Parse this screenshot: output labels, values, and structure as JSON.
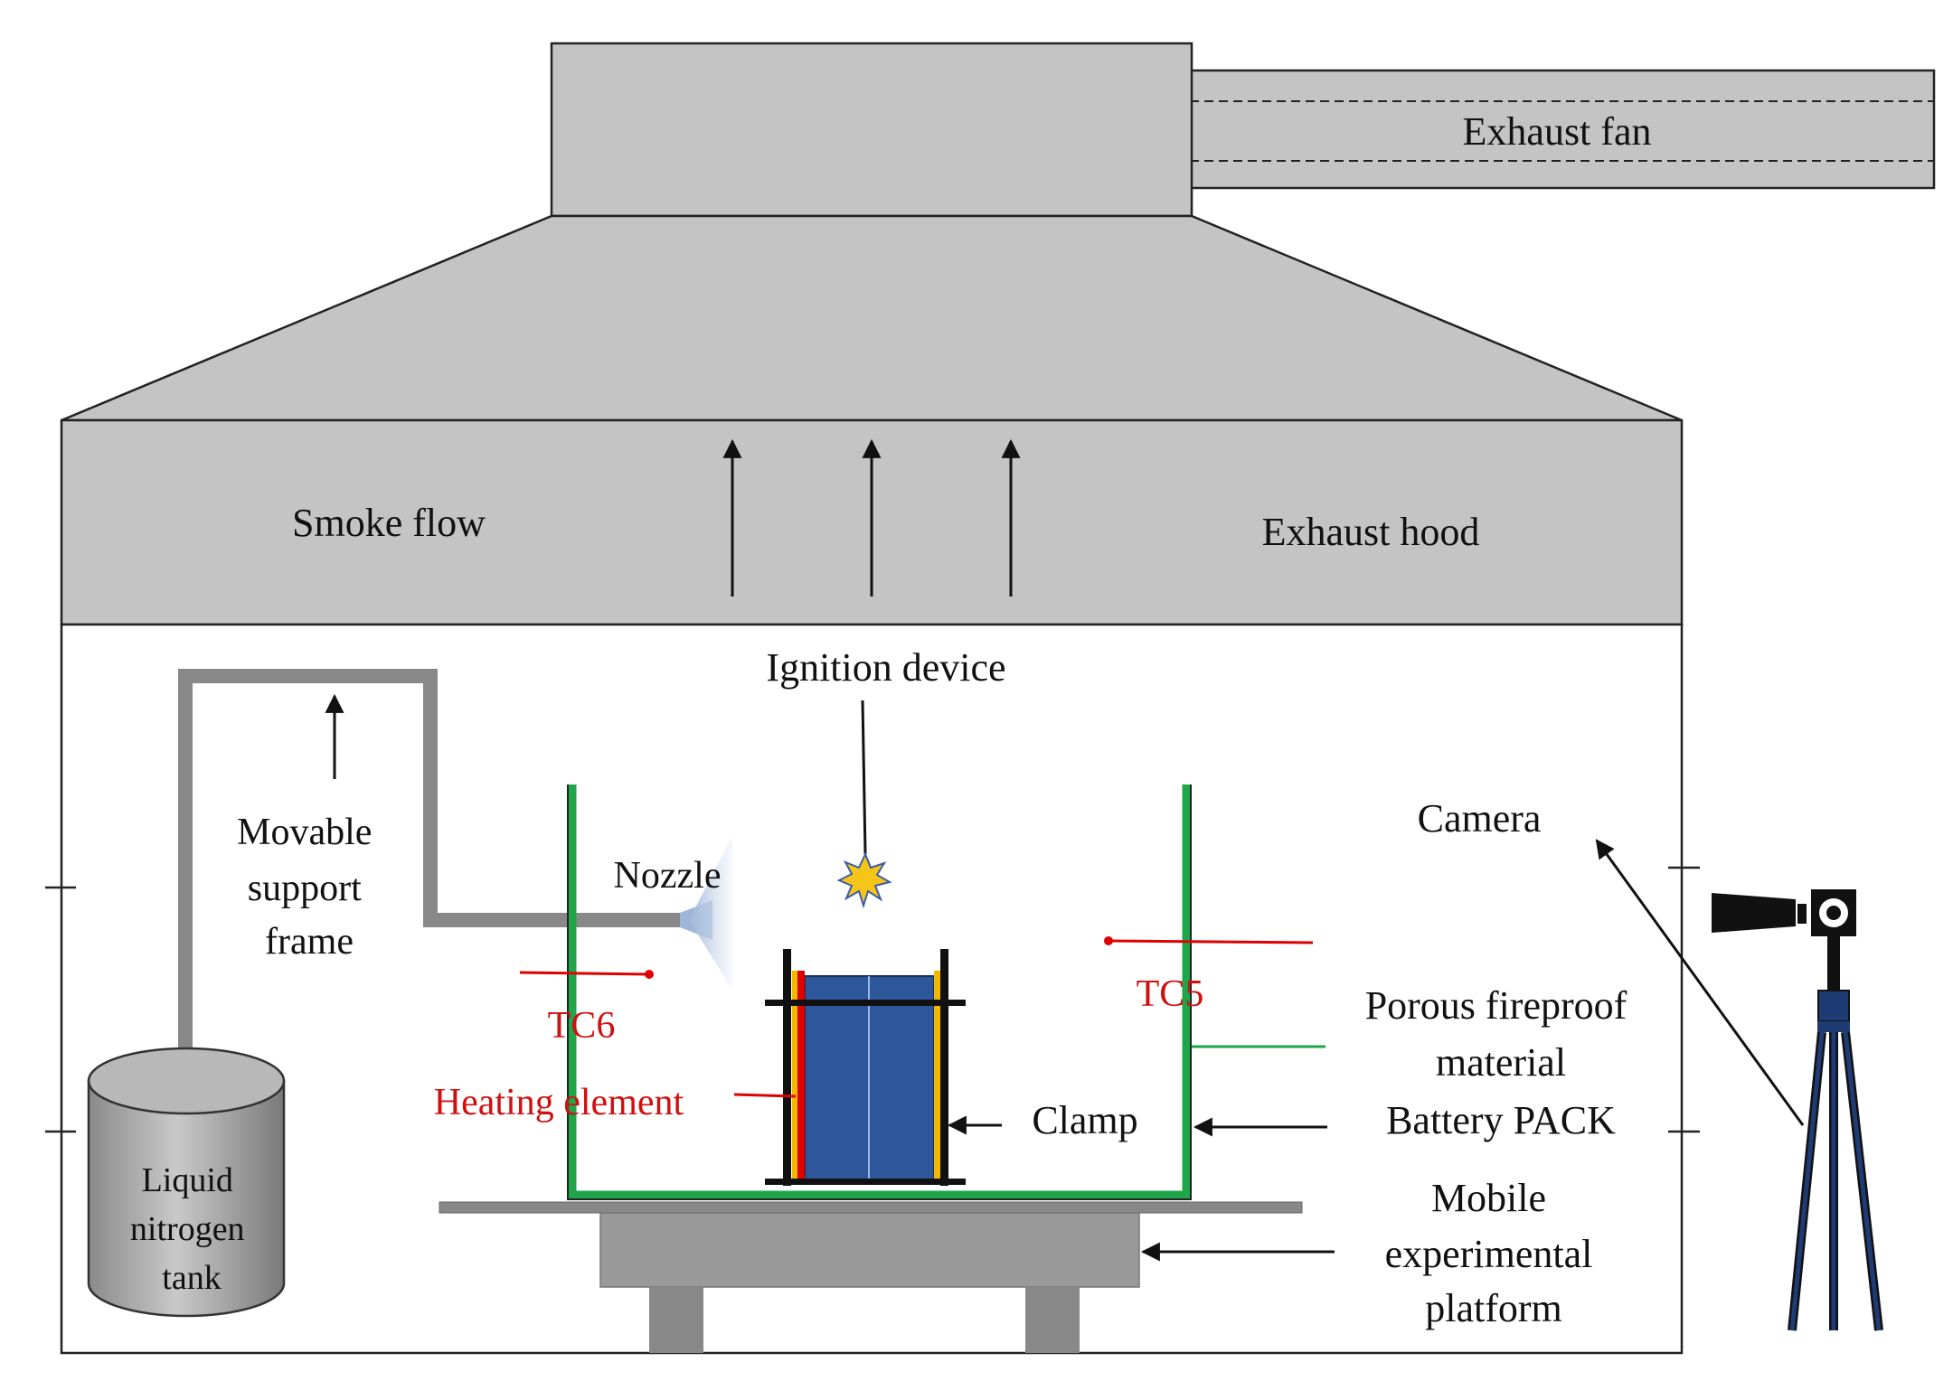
{
  "labels": {
    "exhaust_fan": "Exhaust fan",
    "smoke_flow": "Smoke flow",
    "exhaust_hood": "Exhaust hood",
    "ignition_device": "Ignition device",
    "movable_support_frame": [
      "Movable",
      "support",
      "frame"
    ],
    "nozzle": "Nozzle",
    "camera": "Camera",
    "tc6": "TC6",
    "tc5": "TC5",
    "heating_element": "Heating element",
    "clamp": "Clamp",
    "porous_fireproof_material": [
      "Porous fireproof",
      "material"
    ],
    "battery_pack": "Battery PACK",
    "mobile_experimental_platform": [
      "Mobile",
      "experimental",
      "platform"
    ],
    "liquid_nitrogen_tank": [
      "Liquid",
      "nitrogen",
      "tank"
    ]
  },
  "colors": {
    "hood_gray": "#c4c4c4",
    "pipe_gray": "#888888",
    "frame_green": "#1fa64a",
    "thermocouple_red": "#e00000",
    "label_red": "#d01010",
    "battery_blue": "#2e569a",
    "heater_yellow": "#f5b800",
    "tripod_blue": "#1f3b73"
  }
}
